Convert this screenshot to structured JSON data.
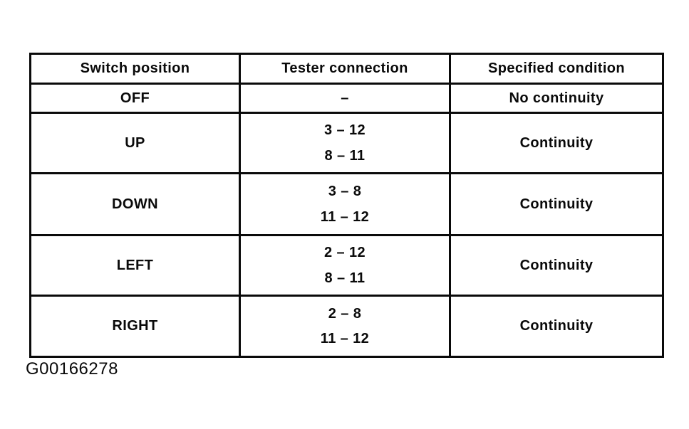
{
  "table": {
    "columns": [
      "Switch position",
      "Tester connection",
      "Specified condition"
    ],
    "rows": [
      {
        "position": "OFF",
        "connections": [
          "–"
        ],
        "condition": "No continuity"
      },
      {
        "position": "UP",
        "connections": [
          "3 – 12",
          "8 – 11"
        ],
        "condition": "Continuity"
      },
      {
        "position": "DOWN",
        "connections": [
          "3 – 8",
          "11 – 12"
        ],
        "condition": "Continuity"
      },
      {
        "position": "LEFT",
        "connections": [
          "2 – 12",
          "8 – 11"
        ],
        "condition": "Continuity"
      },
      {
        "position": "RIGHT",
        "connections": [
          "2 – 8",
          "11 – 12"
        ],
        "condition": "Continuity"
      }
    ]
  },
  "caption": "G00166278",
  "colors": {
    "background": "#ffffff",
    "border": "#0a0a0a",
    "text": "#0a0a0a"
  }
}
